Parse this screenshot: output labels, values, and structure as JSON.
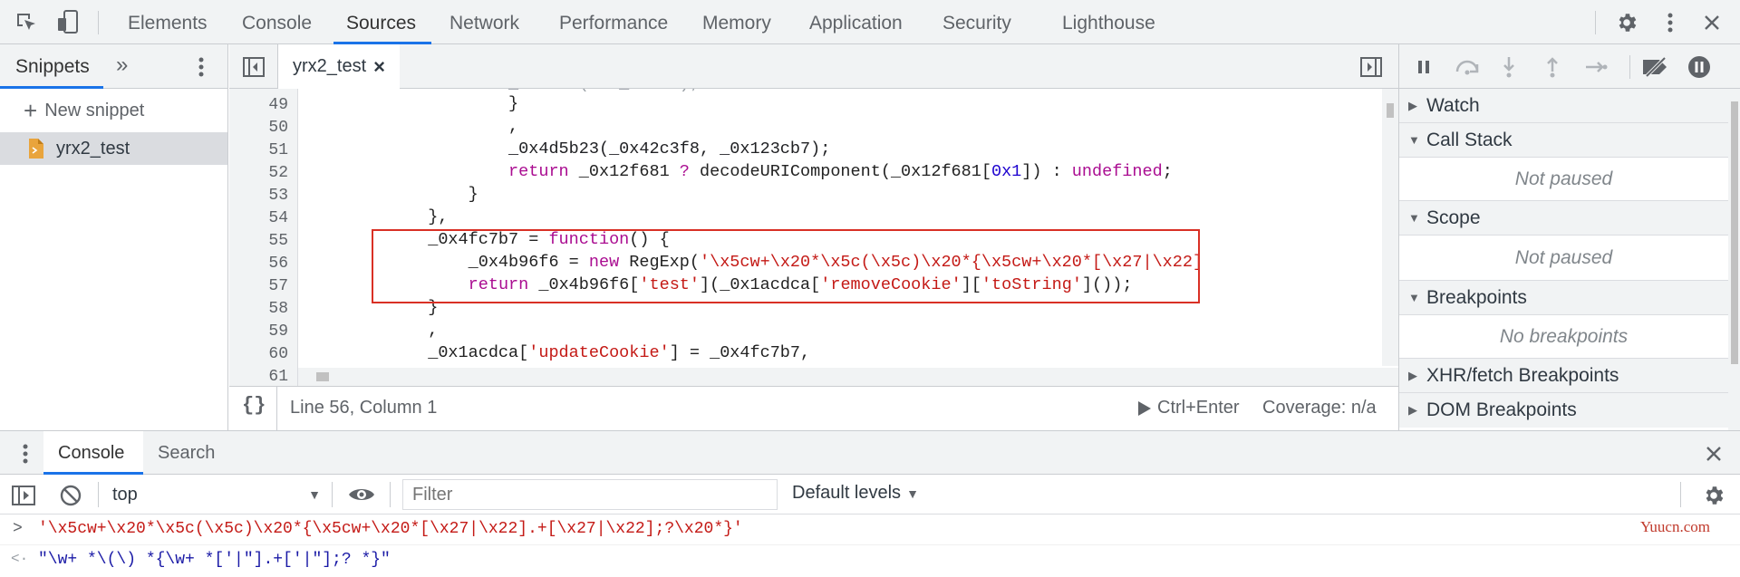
{
  "top_tabs": [
    "Elements",
    "Console",
    "Sources",
    "Network",
    "Performance",
    "Memory",
    "Application",
    "Security",
    "Lighthouse"
  ],
  "selected_tab": "Sources",
  "navigator": {
    "tab_label": "Snippets",
    "more_label": "»",
    "new_snippet_label": "New snippet",
    "snippet_name": "yrx2_test"
  },
  "editor": {
    "file_tab": "yrx2_test",
    "close_glyph": "×",
    "line_numbers": [
      "49",
      "50",
      "51",
      "52",
      "53",
      "54",
      "55",
      "56",
      "57",
      "58",
      "59",
      "60",
      "61"
    ],
    "status_position": "Line 56, Column 1",
    "run_label": "Ctrl+Enter",
    "coverage_label": "Coverage: n/a",
    "format_label": "{}"
  },
  "debugger": {
    "sections": {
      "watch": "Watch",
      "call_stack": "Call Stack",
      "call_stack_body": "Not paused",
      "scope": "Scope",
      "scope_body": "Not paused",
      "breakpoints": "Breakpoints",
      "breakpoints_body": "No breakpoints",
      "xhr": "XHR/fetch Breakpoints",
      "dom": "DOM Breakpoints"
    }
  },
  "drawer": {
    "tabs": [
      "Console",
      "Search"
    ],
    "context": "top",
    "filter_placeholder": "Filter",
    "levels_label": "Default levels",
    "input_line": "'\\x5cw+\\x20*\\x5c(\\x5c)\\x20*{\\x5cw+\\x20*[\\x27|\\x22].+[\\x27|\\x22];?\\x20*}'",
    "output_line": "\"\\w+ *\\(\\) *{\\w+ *['|\"].+['|\"];? *}\"",
    "input_prompt": ">",
    "output_prompt": "<·"
  },
  "watermark": "Yuucn.com",
  "colors": {
    "accent": "#1a73e8",
    "highlight_box": "#d93025",
    "string": "#c41a16",
    "keyword": "#aa0d91"
  }
}
